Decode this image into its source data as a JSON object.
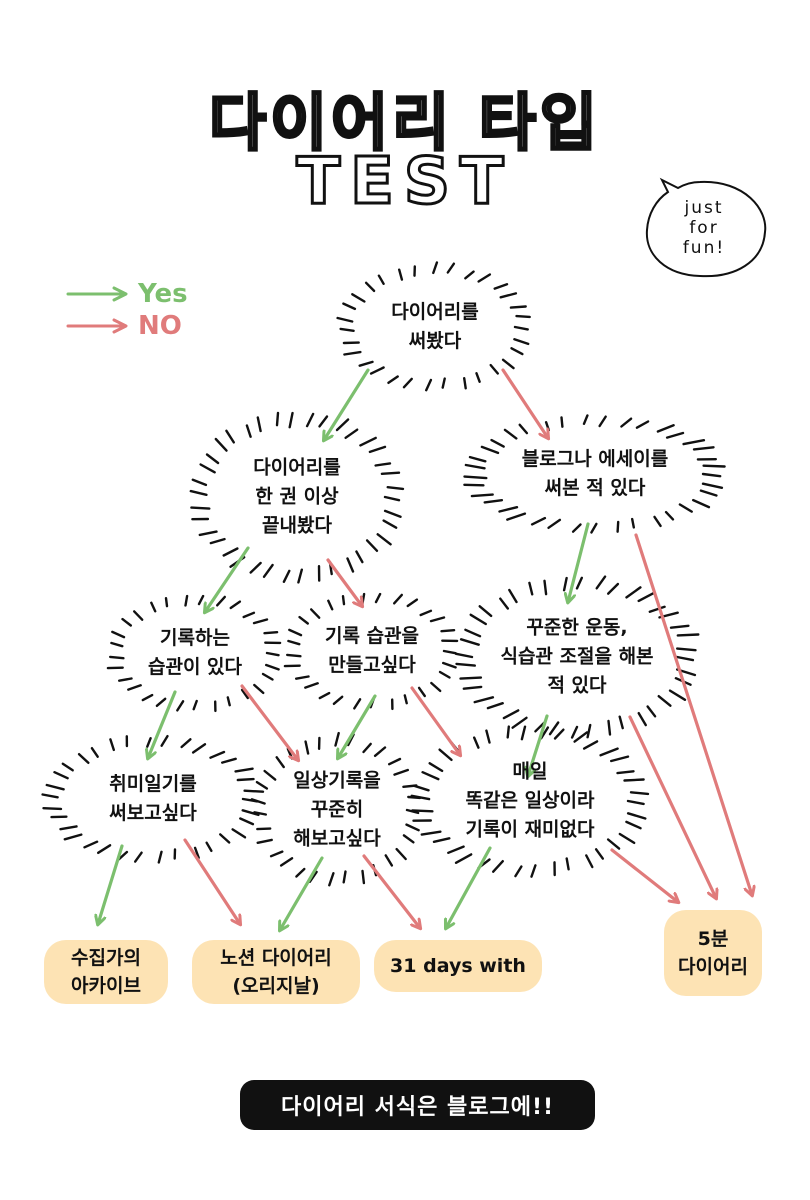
{
  "title": {
    "line1": "다이어리 타입",
    "line2": "TEST"
  },
  "bubble": {
    "lines": [
      "just",
      "for",
      "fun!"
    ]
  },
  "legend": {
    "yes": {
      "label": "Yes",
      "color": "#7cbf6e"
    },
    "no": {
      "label": "NO",
      "color": "#e07b7b"
    }
  },
  "colors": {
    "result_fill": "#fde3b4",
    "footer_fill": "#111111",
    "ink": "#111111"
  },
  "nodes": {
    "q1": {
      "lines": [
        "다이어리를",
        "써봤다"
      ]
    },
    "q2": {
      "lines": [
        "다이어리를",
        "한 권 이상",
        "끝내봤다"
      ]
    },
    "q3": {
      "lines": [
        "블로그나 에세이를",
        "써본 적 있다"
      ]
    },
    "q4": {
      "lines": [
        "기록하는",
        "습관이 있다"
      ]
    },
    "q5": {
      "lines": [
        "기록 습관을",
        "만들고싶다"
      ]
    },
    "q6": {
      "lines": [
        "꾸준한 운동,",
        "식습관 조절을 해본",
        "적 있다"
      ]
    },
    "q7": {
      "lines": [
        "취미일기를",
        "써보고싶다"
      ]
    },
    "q8": {
      "lines": [
        "일상기록을",
        "꾸준히",
        "해보고싶다"
      ]
    },
    "q9": {
      "lines": [
        "매일",
        "똑같은 일상이라",
        "기록이 재미없다"
      ]
    }
  },
  "results": {
    "r1": {
      "lines": [
        "수집가의",
        "아카이브"
      ]
    },
    "r2": {
      "lines": [
        "노션 다이어리",
        "(오리지날)"
      ]
    },
    "r3": {
      "lines": [
        "31 days with"
      ]
    },
    "r4": {
      "lines": [
        "5분",
        "다이어리"
      ]
    }
  },
  "edges": [
    {
      "from": "q1",
      "to": "q2",
      "answer": "yes"
    },
    {
      "from": "q1",
      "to": "q3",
      "answer": "no"
    },
    {
      "from": "q2",
      "to": "q4",
      "answer": "yes"
    },
    {
      "from": "q2",
      "to": "q5",
      "answer": "no"
    },
    {
      "from": "q3",
      "to": "q6",
      "answer": "yes"
    },
    {
      "from": "q3",
      "to": "r4",
      "answer": "no"
    },
    {
      "from": "q4",
      "to": "q7",
      "answer": "yes"
    },
    {
      "from": "q4",
      "to": "q8",
      "answer": "no"
    },
    {
      "from": "q5",
      "to": "q8",
      "answer": "yes"
    },
    {
      "from": "q5",
      "to": "q9",
      "answer": "no"
    },
    {
      "from": "q6",
      "to": "q9",
      "answer": "yes"
    },
    {
      "from": "q6",
      "to": "r4",
      "answer": "no"
    },
    {
      "from": "q7",
      "to": "r1",
      "answer": "yes"
    },
    {
      "from": "q7",
      "to": "r2",
      "answer": "no"
    },
    {
      "from": "q8",
      "to": "r2",
      "answer": "yes"
    },
    {
      "from": "q8",
      "to": "r3",
      "answer": "no"
    },
    {
      "from": "q9",
      "to": "r3",
      "answer": "yes"
    },
    {
      "from": "q9",
      "to": "r4",
      "answer": "no"
    }
  ],
  "footer": {
    "label": "다이어리 서식은 블로그에!!"
  }
}
